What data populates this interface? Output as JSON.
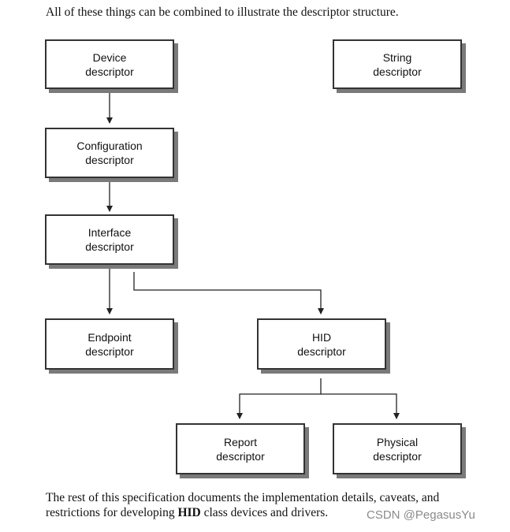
{
  "intro_text": "All of these things can be combined to illustrate the descriptor structure.",
  "nodes": {
    "device": {
      "line1": "Device",
      "line2": "descriptor"
    },
    "string": {
      "line1": "String",
      "line2": "descriptor"
    },
    "configuration": {
      "line1": "Configuration",
      "line2": "descriptor"
    },
    "interface": {
      "line1": "Interface",
      "line2": "descriptor"
    },
    "endpoint": {
      "line1": "Endpoint",
      "line2": "descriptor"
    },
    "hid": {
      "line1": "HID",
      "line2": "descriptor"
    },
    "report": {
      "line1": "Report",
      "line2": "descriptor"
    },
    "physical": {
      "line1": "Physical",
      "line2": "descriptor"
    }
  },
  "edges": [
    {
      "from": "device",
      "to": "configuration"
    },
    {
      "from": "configuration",
      "to": "interface"
    },
    {
      "from": "interface",
      "to": "endpoint"
    },
    {
      "from": "interface",
      "to": "hid"
    },
    {
      "from": "hid",
      "to": "report"
    },
    {
      "from": "hid",
      "to": "physical"
    }
  ],
  "outro": {
    "line1": "The rest of this specification documents the implementation details, caveats, and",
    "line2_before": "restrictions for developing ",
    "line2_bold": "HID",
    "line2_after": " class devices and drivers."
  },
  "watermark": "CSDN @PegasusYu"
}
